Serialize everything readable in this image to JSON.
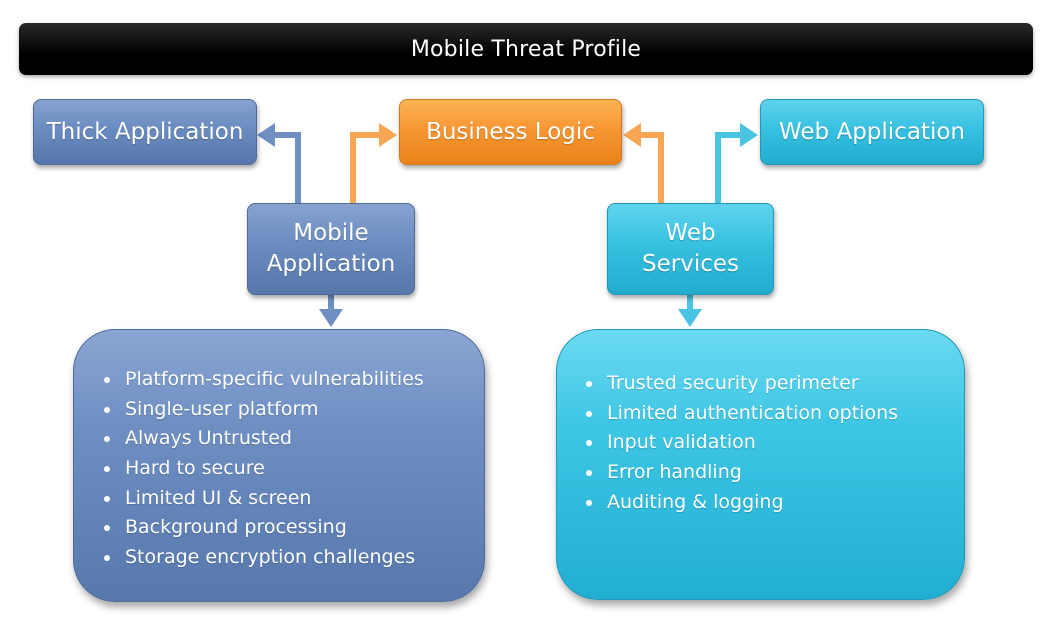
{
  "title": "Mobile Threat Profile",
  "nodes": {
    "thick_application": "Thick Application",
    "business_logic": "Business Logic",
    "web_application": "Web Application",
    "mobile_application": [
      "Mobile",
      "Application"
    ],
    "web_services": [
      "Web",
      "Services"
    ]
  },
  "mobile_threats": [
    "Platform-specific vulnerabilities",
    "Single-user platform",
    "Always Untrusted",
    "Hard to secure",
    "Limited UI & screen",
    "Background processing",
    "Storage encryption challenges"
  ],
  "web_threats": [
    "Trusted security perimeter",
    "Limited authentication options",
    "Input validation",
    "Error handling",
    "Auditing & logging"
  ],
  "colors": {
    "title_bar": "#000000",
    "mobile_blue": "#6b8cc0",
    "business_orange": "#f79733",
    "web_teal": "#37c1e1"
  }
}
